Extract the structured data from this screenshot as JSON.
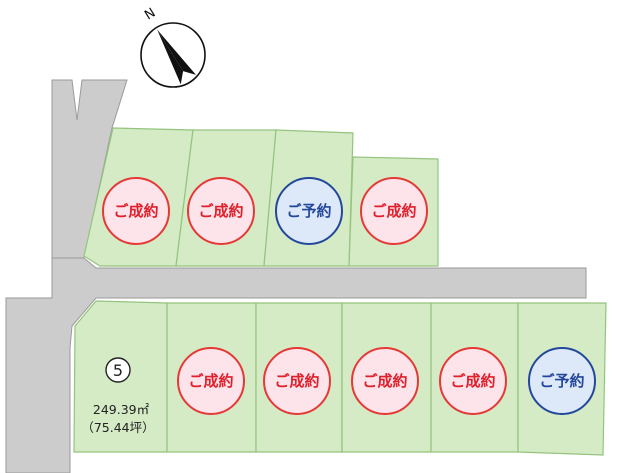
{
  "compass": {
    "label": "N",
    "icon": "north-arrow-icon"
  },
  "colors": {
    "road": "#cccccc",
    "road_edge": "#9a9a9a",
    "lot_fill": "#d4ebc6",
    "lot_border": "#95c47e",
    "sold_fill": "#fde3ea",
    "sold_ring": "#e53935",
    "sold_text": "#e0202c",
    "reserved_fill": "#dde9f9",
    "reserved_ring": "#23479a",
    "reserved_text": "#23479a"
  },
  "lots": {
    "upper": [
      {
        "status": "sold",
        "label": "ご成約"
      },
      {
        "status": "sold",
        "label": "ご成約"
      },
      {
        "status": "reserved",
        "label": "ご予約"
      },
      {
        "status": "sold",
        "label": "ご成約"
      }
    ],
    "lower": [
      {
        "status": "available",
        "number": "5",
        "area_m2": "249.39㎡",
        "area_tsubo": "（75.44坪）"
      },
      {
        "status": "sold",
        "label": "ご成約"
      },
      {
        "status": "sold",
        "label": "ご成約"
      },
      {
        "status": "sold",
        "label": "ご成約"
      },
      {
        "status": "sold",
        "label": "ご成約"
      },
      {
        "status": "reserved",
        "label": "ご予約"
      }
    ]
  }
}
